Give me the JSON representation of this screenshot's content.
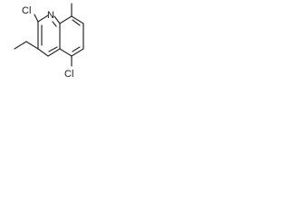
{
  "molecule": {
    "atoms": {
      "chlorine_top": "Cl",
      "nitrogen": "N",
      "chlorine_bottom": "Cl"
    },
    "colors": {
      "bond": "#2a2a2a",
      "label": "#1a1a1a",
      "background": "#ffffff"
    }
  }
}
